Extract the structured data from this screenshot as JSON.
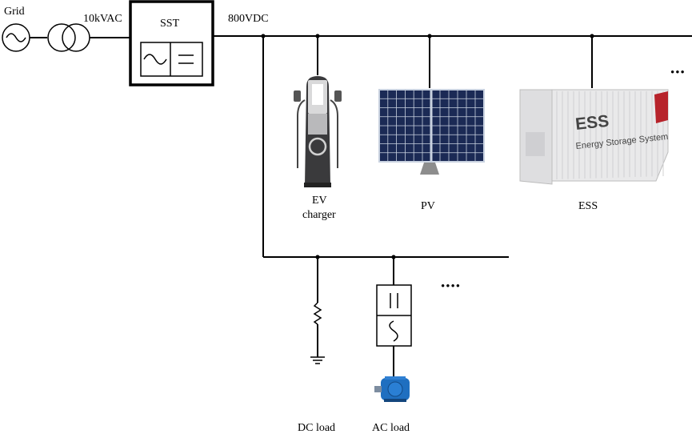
{
  "labels": {
    "grid": "Grid",
    "ac_voltage": "10kVAC",
    "sst": "SST",
    "dc_voltage": "800VDC",
    "ev_line1": "EV",
    "ev_line2": "charger",
    "pv": "PV",
    "ess": "ESS",
    "dc_load": "DC load",
    "ac_load": "AC load"
  },
  "ess_container": {
    "title": "ESS",
    "subtitle": "Energy Storage System"
  },
  "continuation": {
    "upper": "•••",
    "lower": "••••"
  },
  "colors": {
    "line": "#000000",
    "pv_cell": "#1b2a55",
    "pv_grid": "#c9d2e0",
    "ess_body": "#e9e9ea",
    "motor": "#1f6fc0"
  }
}
